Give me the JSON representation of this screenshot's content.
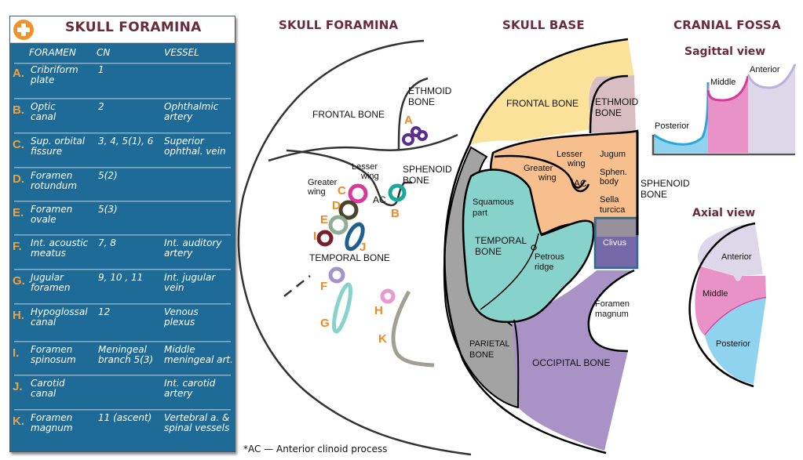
{
  "table": {
    "title": "SKULL FORAMINA",
    "icon": "plus-circle-icon",
    "headers": {
      "foramen": "FORAMEN",
      "cn": "CN",
      "vessel": "VESSEL"
    },
    "rows": [
      {
        "letter": "A.",
        "foramen": "Cribriform\nplate",
        "cn": "1",
        "vessel": ""
      },
      {
        "letter": "B.",
        "foramen": "Optic\ncanal",
        "cn": "2",
        "vessel": "Ophthalmic\nartery"
      },
      {
        "letter": "C.",
        "foramen": "Sup. orbital\nfissure",
        "cn": "3, 4, 5(1), 6",
        "vessel": "Superior\nophthal. vein"
      },
      {
        "letter": "D.",
        "foramen": "Foramen\nrotundum",
        "cn": "5(2)",
        "vessel": ""
      },
      {
        "letter": "E.",
        "foramen": "Foramen\novale",
        "cn": "5(3)",
        "vessel": ""
      },
      {
        "letter": "F.",
        "foramen": "Int. acoustic\nmeatus",
        "cn": "7, 8",
        "vessel": "Int. auditory\nartery"
      },
      {
        "letter": "G.",
        "foramen": "Jugular\nforamen",
        "cn": "9, 10 , 11",
        "vessel": "Int. jugular\nvein"
      },
      {
        "letter": "H.",
        "foramen": "Hypoglossal\ncanal",
        "cn": "12",
        "vessel": "Venous\nplexus"
      },
      {
        "letter": "I.",
        "foramen": "Foramen\nspinosum",
        "cn": "Meningeal\nbranch 5(3)",
        "vessel": "Middle\nmeningeal art."
      },
      {
        "letter": "J.",
        "foramen": "Carotid\ncanal",
        "cn": "",
        "vessel": "Int. carotid\nartery"
      },
      {
        "letter": "K.",
        "foramen": "Foramen\nmagnum",
        "cn": "11 (ascent)",
        "vessel": "Vertebral a. &\nspinal vessels"
      }
    ]
  },
  "foramina_diagram": {
    "title": "SKULL FORAMINA",
    "labels": {
      "frontal": "FRONTAL BONE",
      "ethmoid1": "ETHMOID",
      "ethmoid2": "BONE",
      "lesser1": "Lesser",
      "lesser2": "wing",
      "greater1": "Greater",
      "greater2": "wing",
      "sphenoid1": "SPHENOID",
      "sphenoid2": "BONE",
      "ac": "AC",
      "temporal": "TEMPORAL BONE"
    },
    "markers": [
      {
        "letter": "A",
        "color": "#5b2d8e"
      },
      {
        "letter": "B",
        "color": "#1aa79c"
      },
      {
        "letter": "C",
        "color": "#d83a9c"
      },
      {
        "letter": "D",
        "color": "#4a4428"
      },
      {
        "letter": "E",
        "color": "#8fae94"
      },
      {
        "letter": "I",
        "color": "#7a1f2a"
      },
      {
        "letter": "J",
        "color": "#1f5f8f"
      },
      {
        "letter": "F",
        "color": "#a693c9"
      },
      {
        "letter": "G",
        "color": "#86d2cc"
      },
      {
        "letter": "H",
        "color": "#e79ad0"
      },
      {
        "letter": "K",
        "color": "#a19f8f"
      }
    ],
    "footnote": "*AC — Anterior clinoid process"
  },
  "skull_base": {
    "title": "SKULL BASE",
    "labels": {
      "frontal": "FRONTAL BONE",
      "ethmoid1": "ETHMOID",
      "ethmoid2": "BONE",
      "lesser1": "Lesser",
      "lesser2": "wing",
      "greater1": "Greater",
      "greater2": "wing",
      "jugum": "Jugum",
      "sphen1": "Sphen.",
      "sphen2": "body",
      "sella1": "Sella",
      "sella2": "turcica",
      "ac": "AC",
      "sphenoid1": "SPHENOID",
      "sphenoid2": "BONE",
      "squamous1": "Squamous",
      "squamous2": "part",
      "temporal1": "TEMPORAL",
      "temporal2": "BONE",
      "petrous1": "Petrous",
      "petrous2": "ridge",
      "clivus": "Clivus",
      "foramen1": "Foramen",
      "foramen2": "magnum",
      "parietal1": "PARIETAL",
      "parietal2": "BONE",
      "occipital": "OCCIPITAL BONE"
    },
    "colors": {
      "frontal": "#fbe29a",
      "ethmoid": "#d8bec2",
      "sphenoid": "#f7bf8e",
      "temporal": "#87d3cc",
      "parietal": "#a3a3a3",
      "occipital": "#a993c6",
      "clivus": "#7568a8"
    }
  },
  "cranial_fossa": {
    "title": "CRANIAL FOSSA",
    "sagittal": {
      "title": "Sagittal view",
      "posterior": "Posterior",
      "middle": "Middle",
      "anterior": "Anterior"
    },
    "axial": {
      "title": "Axial view",
      "anterior": "Anterior",
      "middle": "Middle",
      "posterior": "Posterior"
    },
    "colors": {
      "anterior": "#dcd8ea",
      "middle": "#e892c7",
      "posterior": "#8fd3ef"
    }
  }
}
